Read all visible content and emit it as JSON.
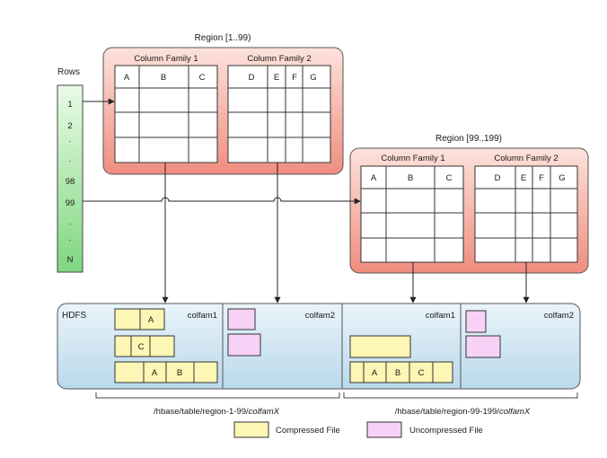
{
  "rows": {
    "title": "Rows",
    "labels": [
      "1",
      "2",
      ".",
      ".",
      "98",
      "99",
      ".",
      ".",
      "N"
    ]
  },
  "regions": [
    {
      "title": "Region [1..99)",
      "families": [
        {
          "name": "Column Family 1",
          "columns": [
            "A",
            "B",
            "C"
          ]
        },
        {
          "name": "Column Family 2",
          "columns": [
            "D",
            "E",
            "F",
            "G"
          ]
        }
      ]
    },
    {
      "title": "Region [99..199)",
      "families": [
        {
          "name": "Column Family 1",
          "columns": [
            "A",
            "B",
            "C"
          ]
        },
        {
          "name": "Column Family 2",
          "columns": [
            "D",
            "E",
            "F",
            "G"
          ]
        }
      ]
    }
  ],
  "hdfs": {
    "label": "HDFS",
    "cf1_label": "colfam1",
    "cf2_label": "colfam2",
    "region1_files": {
      "row1": [
        "A"
      ],
      "row2": [
        "C"
      ],
      "row3": [
        "A",
        "B"
      ]
    },
    "region2_files": {
      "row3": [
        "A",
        "B",
        "C"
      ]
    },
    "path1_prefix": "/hbase/table/region-1-99/",
    "path2_prefix": "/hbase/table/region-99-199/",
    "path_suffix": "colfamX"
  },
  "legend": {
    "compressed": "Compressed File",
    "uncompressed": "Uncompressed File"
  },
  "colors": {
    "compressed_fill": "#fdf6b4",
    "uncompressed_fill": "#f7d2f6",
    "region_fill_top": "#fde2dc",
    "region_fill_bottom": "#ef8d7e",
    "rows_fill_top": "#e9fbe6",
    "rows_fill_bottom": "#7fd780",
    "hdfs_fill_top": "#eaf4fa",
    "hdfs_fill_bottom": "#b9d9ea"
  }
}
